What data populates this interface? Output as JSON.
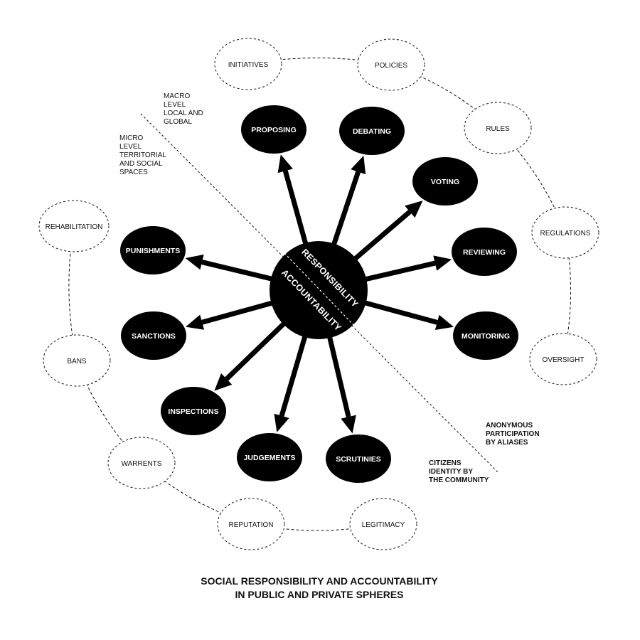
{
  "hub": {
    "top_label": "RESPONSIBILITY",
    "bottom_label": "ACCOUNTABILITY",
    "color": "#000000"
  },
  "spokes": [
    {
      "id": "proposing",
      "label": "PROPOSING"
    },
    {
      "id": "debating",
      "label": "DEBATING"
    },
    {
      "id": "voting",
      "label": "VOTING"
    },
    {
      "id": "reviewing",
      "label": "REVIEWING"
    },
    {
      "id": "monitoring",
      "label": "MONITORING"
    },
    {
      "id": "scrutinies",
      "label": "SCRUTINIES"
    },
    {
      "id": "judgements",
      "label": "JUDGEMENTS"
    },
    {
      "id": "inspections",
      "label": "INSPECTIONS"
    },
    {
      "id": "sanctions",
      "label": "SANCTIONS"
    },
    {
      "id": "punishments",
      "label": "PUNISHMENTS"
    }
  ],
  "outer_ring": [
    {
      "id": "initiatives",
      "label": "INITIATIVES"
    },
    {
      "id": "policies",
      "label": "POLICIES"
    },
    {
      "id": "rules",
      "label": "RULES"
    },
    {
      "id": "regulations",
      "label": "REGULATIONS"
    },
    {
      "id": "oversight",
      "label": "OVERSIGHT"
    },
    {
      "id": "legitimacy",
      "label": "LEGITIMACY"
    },
    {
      "id": "reputation",
      "label": "REPUTATION"
    },
    {
      "id": "warrents",
      "label": "WARRENTS"
    },
    {
      "id": "bans",
      "label": "BANS"
    },
    {
      "id": "rehabilitation",
      "label": "REHABILITATION"
    }
  ],
  "notes": {
    "macro": [
      "MACRO",
      "LEVEL",
      "LOCAL AND",
      "GLOBAL"
    ],
    "micro": [
      "MICRO",
      "LEVEL",
      "TERRITORIAL",
      "AND SOCIAL",
      "SPACES"
    ],
    "anonymous": [
      "ANONYMOUS",
      "PARTICIPATION",
      "BY ALIASES"
    ],
    "citizens": [
      "CITIZENS",
      "IDENTITY BY",
      "THE COMMUNITY"
    ]
  },
  "title": {
    "line1": "SOCIAL RESPONSIBILITY AND ACCOUNTABILITY",
    "line2": "IN PUBLIC AND PRIVATE SPHERES"
  },
  "colors": {
    "node_fill": "#000000",
    "node_text": "#ffffff",
    "outline": "#111111",
    "background": "#ffffff"
  }
}
